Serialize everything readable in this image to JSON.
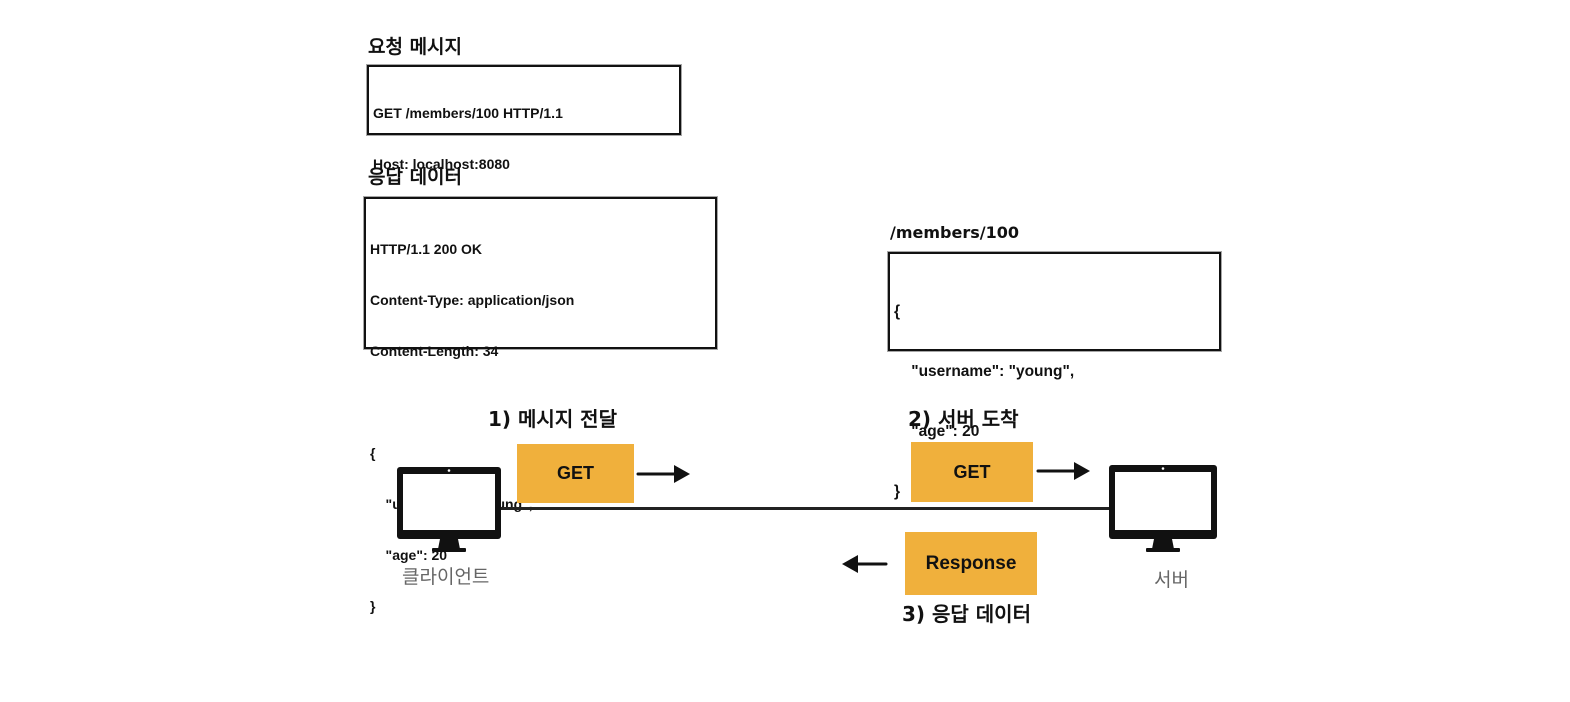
{
  "request": {
    "heading": "요청 메시지",
    "lines": [
      "GET /members/100 HTTP/1.1",
      "Host: localhost:8080"
    ]
  },
  "response": {
    "heading": "응답 데이터",
    "lines": [
      "HTTP/1.1 200 OK",
      "Content-Type: application/json",
      "Content-Length: 34",
      "",
      "{",
      "    \"username\": \"young\",",
      "    \"age\": 20",
      "}"
    ]
  },
  "resource": {
    "heading": "/members/100",
    "lines": [
      "{",
      "    \"username\": \"young\",",
      "    \"age\": 20",
      "}"
    ]
  },
  "steps": {
    "step1": "1) 메시지 전달",
    "step2": "2) 서버 도착",
    "step3": "3) 응답 데이터"
  },
  "packets": {
    "get_client": "GET",
    "get_server": "GET",
    "response": "Response"
  },
  "nodes": {
    "client": "클라이언트",
    "server": "서버"
  },
  "colors": {
    "packet": "#f0b03c",
    "ink": "#111111",
    "label_gray": "#666666"
  },
  "icons": {
    "client": "monitor-icon",
    "server": "monitor-icon"
  }
}
